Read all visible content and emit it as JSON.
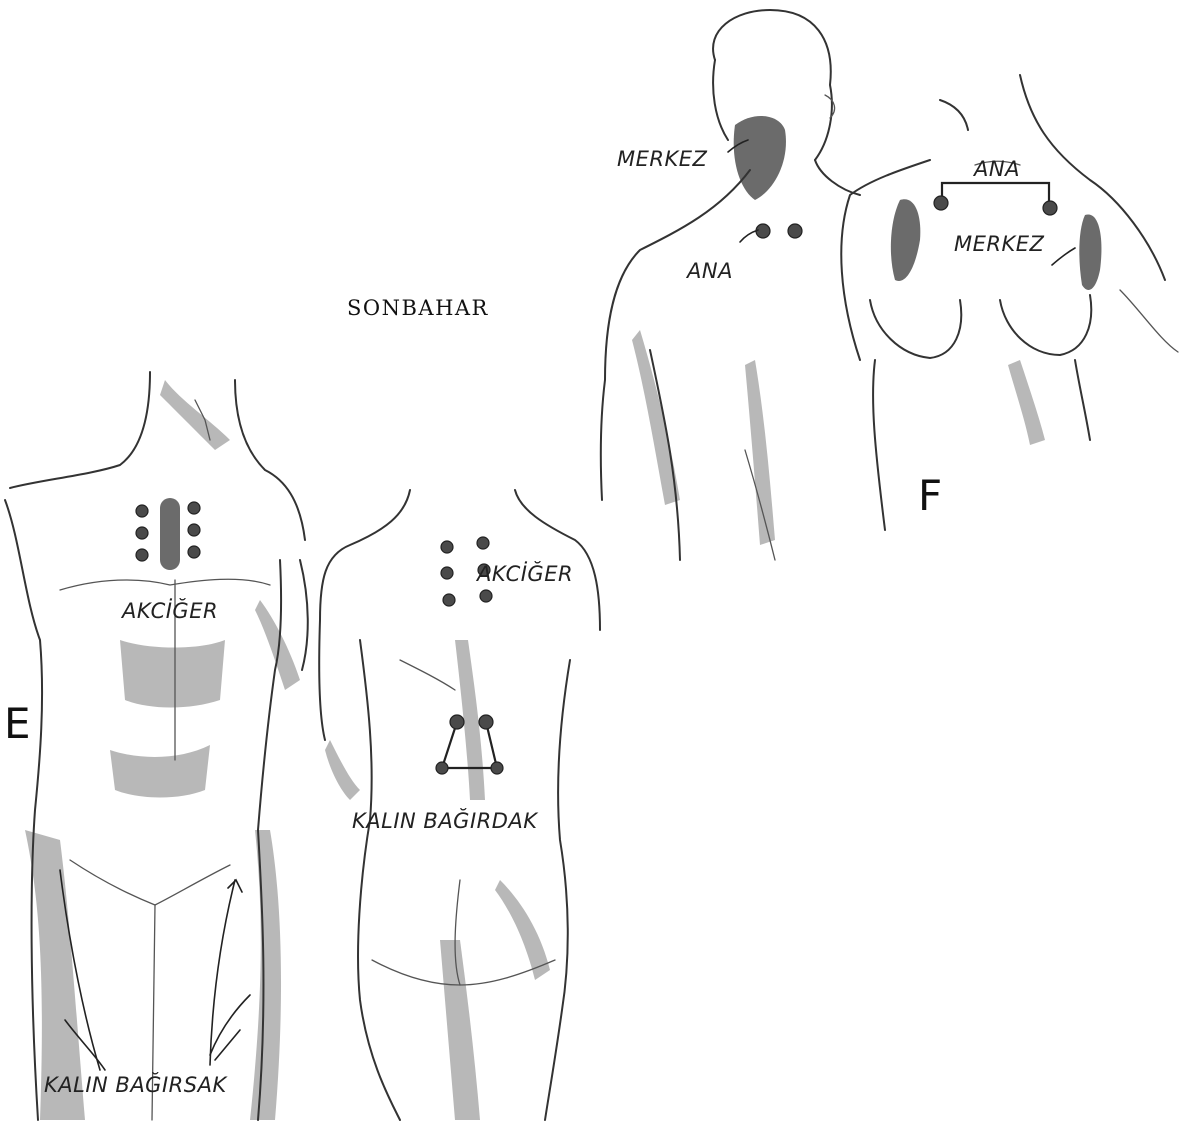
{
  "title": "SONBAHAR",
  "figure_front_back": {
    "figure_label": "E",
    "front_chest_label": "AKCİĞER",
    "front_legs_label": "KALIN BAĞIRSAK",
    "back_upper_label": "AKCİĞER",
    "back_lower_label": "KALIN BAĞIRDAK"
  },
  "figure_neck_chest": {
    "figure_label": "F",
    "back_neck_label": "MERKEZ",
    "back_shoulder_label": "ANA",
    "front_top_label": "ANA",
    "front_side_label": "MERKEZ"
  }
}
